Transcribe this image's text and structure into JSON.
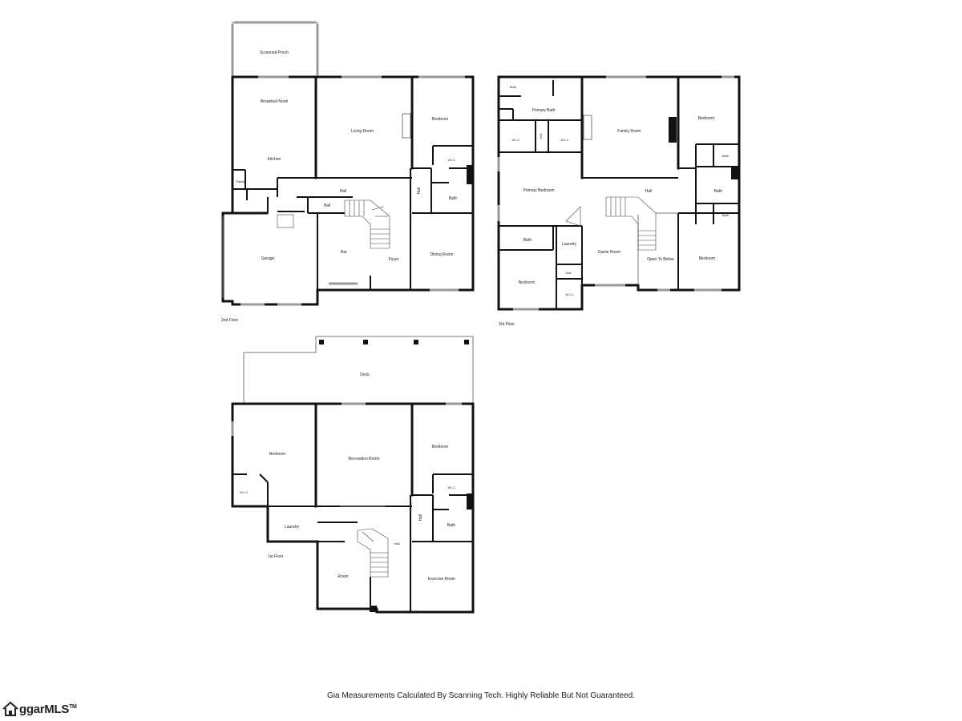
{
  "floors": [
    {
      "label": "2nd Floor",
      "rooms": [
        {
          "id": "screened-porch",
          "label": "Screened Porch"
        },
        {
          "id": "breakfast-nook",
          "label": "Breakfast Nook"
        },
        {
          "id": "living-room",
          "label": "Living Room"
        },
        {
          "id": "bedroom",
          "label": "Bedroom"
        },
        {
          "id": "kitchen",
          "label": "Kitchen"
        },
        {
          "id": "wic",
          "label": "W.I.C."
        },
        {
          "id": "pantry",
          "label": "Pantry"
        },
        {
          "id": "hall-a",
          "label": "Hall"
        },
        {
          "id": "hall-b",
          "label": "Hall"
        },
        {
          "id": "hall-c",
          "label": "Hall"
        },
        {
          "id": "bath",
          "label": "Bath"
        },
        {
          "id": "garage",
          "label": "Garage"
        },
        {
          "id": "bar",
          "label": "Bar"
        },
        {
          "id": "foyer",
          "label": "Foyer"
        },
        {
          "id": "dining-room",
          "label": "Dining Room"
        }
      ]
    },
    {
      "label": "3rd Floor",
      "rooms": [
        {
          "id": "bath-top-left",
          "label": "Bath"
        },
        {
          "id": "primary-bath",
          "label": "Primary Bath"
        },
        {
          "id": "wic-left",
          "label": "W.I.C."
        },
        {
          "id": "hall-small",
          "label": "Hall"
        },
        {
          "id": "wic-right",
          "label": "W.I.C."
        },
        {
          "id": "family-room",
          "label": "Family Room"
        },
        {
          "id": "bedroom-top-right",
          "label": "Bedroom"
        },
        {
          "id": "bath-r1",
          "label": "Bath"
        },
        {
          "id": "bath-r2",
          "label": "Bath"
        },
        {
          "id": "bath-r3",
          "label": "Bath"
        },
        {
          "id": "primary-bedroom",
          "label": "Primary Bedroom"
        },
        {
          "id": "hall",
          "label": "Hall"
        },
        {
          "id": "bath-left",
          "label": "Bath"
        },
        {
          "id": "laundry",
          "label": "Laundry"
        },
        {
          "id": "game-room",
          "label": "Game Room"
        },
        {
          "id": "open-to-below",
          "label": "Open To Below"
        },
        {
          "id": "bedroom-bottom-right",
          "label": "Bedroom"
        },
        {
          "id": "hall-tiny",
          "label": "Hall"
        },
        {
          "id": "bedroom-bottom-left",
          "label": "Bedroom"
        },
        {
          "id": "wic-tiny",
          "label": "W.I.C."
        }
      ]
    },
    {
      "label": "1st Floor",
      "rooms": [
        {
          "id": "deck",
          "label": "Deck"
        },
        {
          "id": "bedroom-left",
          "label": "Bedroom"
        },
        {
          "id": "recreation-room",
          "label": "Recreation Room"
        },
        {
          "id": "bedroom-right",
          "label": "Bedroom"
        },
        {
          "id": "wic-left",
          "label": "W.I.C."
        },
        {
          "id": "wic-right",
          "label": "W.I.C."
        },
        {
          "id": "hall-v",
          "label": "Hall"
        },
        {
          "id": "laundry",
          "label": "Laundry"
        },
        {
          "id": "bath",
          "label": "Bath"
        },
        {
          "id": "hall-h",
          "label": "Hall"
        },
        {
          "id": "room",
          "label": "Room"
        },
        {
          "id": "exercise-room",
          "label": "Exercise Room"
        }
      ]
    }
  ],
  "disclaimer": "Gia Measurements Calculated By Scanning Tech. Highly Reliable But Not Guaranteed.",
  "logo_text": "ggarMLS",
  "logo_tm": "TM"
}
